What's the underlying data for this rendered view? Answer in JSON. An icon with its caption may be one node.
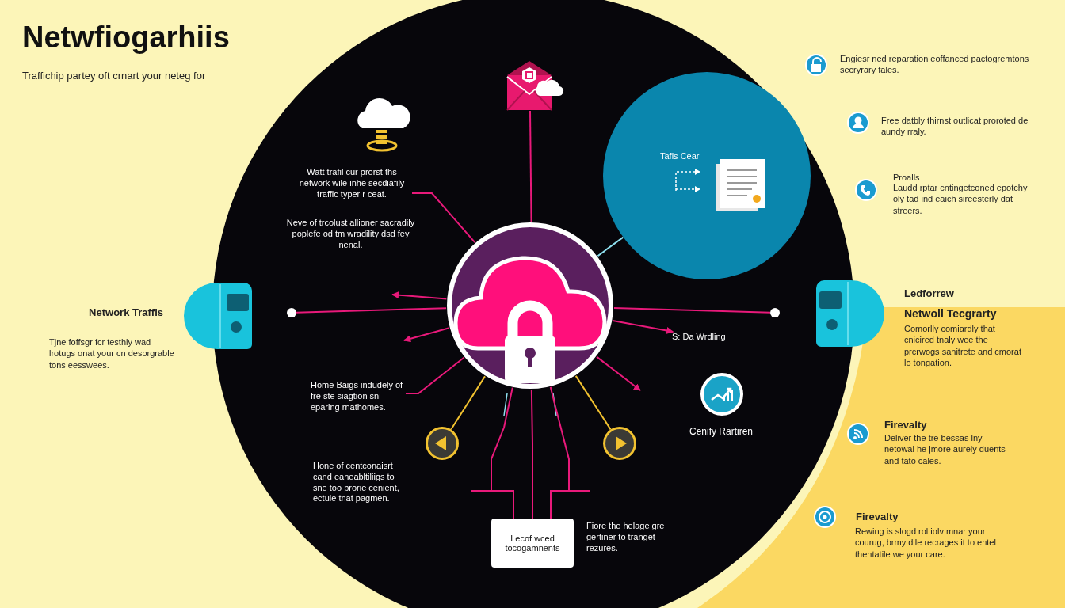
{
  "diagram": {
    "title": "Netwfiogarhiis",
    "nodes": [
      {
        "text": [],
        "shape": "picture"
      },
      {
        "text": [],
        "shape": "picture"
      },
      {
        "text": [
          "Watt trafil cur prorst ths network wile inhe secdiafily traffic typer r ceat."
        ]
      },
      {
        "text": [],
        "shape": "circle"
      },
      {
        "text": [],
        "shape": "circle"
      },
      {
        "text": [
          "S: Da Wrdling"
        ]
      },
      {
        "text": [
          "Home Baigs indudely of fre ste siagtion sni eparing rnathomes."
        ]
      },
      {
        "text": [],
        "shape": "circle"
      },
      {
        "text": [],
        "shape": "circle"
      },
      {
        "text": [
          "Lecof wced tocogamnents"
        ],
        "beside": [
          "Fiore the helage gre gertiner to tranget rezures."
        ]
      },
      {
        "text": [
          "Tafis Cear"
        ]
      }
    ],
    "edges": [
      {
        "from": 0,
        "to": 1,
        "arrow": "none"
      },
      {
        "from": 2,
        "to": 0,
        "arrow": "none"
      },
      {
        "from": 0,
        "to": 3,
        "arrow": "none"
      },
      {
        "from": 0,
        "to": 4,
        "arrow": "none"
      },
      {
        "from": 0,
        "to": null,
        "arrow": "to"
      },
      {
        "from": 0,
        "to": null,
        "arrow": "to"
      },
      {
        "from": 0,
        "to": 5,
        "arrow": "to"
      },
      {
        "from": 0,
        "to": null,
        "arrow": "to"
      },
      {
        "from": 6,
        "to": 0,
        "arrow": "none"
      },
      {
        "from": 0,
        "to": 7,
        "arrow": "none",
        "color": "#f2c230"
      },
      {
        "from": 0,
        "to": 8,
        "arrow": "none",
        "color": "#f2c230"
      },
      {
        "from": 0,
        "to": 9,
        "arrow": "none"
      },
      {
        "from": 0,
        "to": 9,
        "arrow": "none"
      },
      {
        "from": 0,
        "to": 9,
        "arrow": "none"
      },
      {
        "from": 0,
        "to": 10,
        "arrow": "none",
        "color": "#8fe0f0"
      }
    ],
    "labels": [
      "Traffichip partey oft crnart your neteg for",
      "Network Traffis",
      "Tjne foffsgr fcr testhly wad lrotugs onat your cn desorgrable tons eesswees.",
      "Neve of trcolust allioner sacradily poplefe od tm wradility dsd fey nenal.",
      "Hone of centconaisrt cand eaneabltiliigs to sne too prorie cenient, ectule tnat pagmen.",
      "Cenify Rartiren",
      "Engiesr ned reparation eoffanced pactogremtons secryrary fales.",
      "Free datbly thirnst outlicat proroted de aundy rraly.",
      "Proalls",
      "Laudd rptar cntingetconed epotchy oly tad ind eaich sireesterly dat streers.",
      "Ledforrew",
      "Netwoll Tecgrarty",
      "Comorlly comiardly that cnicired tnaly wee the prcrwogs sanitrete and cmorat lo tongation.",
      "Firevalty",
      "Deliver the tre bessas lny netowal he jmore aurely duents and tato cales.",
      "Firevalty",
      "Rewing is slogd rol iolv mnar your courug, brmy dile recrages it to entel thentatile we your care."
    ]
  }
}
